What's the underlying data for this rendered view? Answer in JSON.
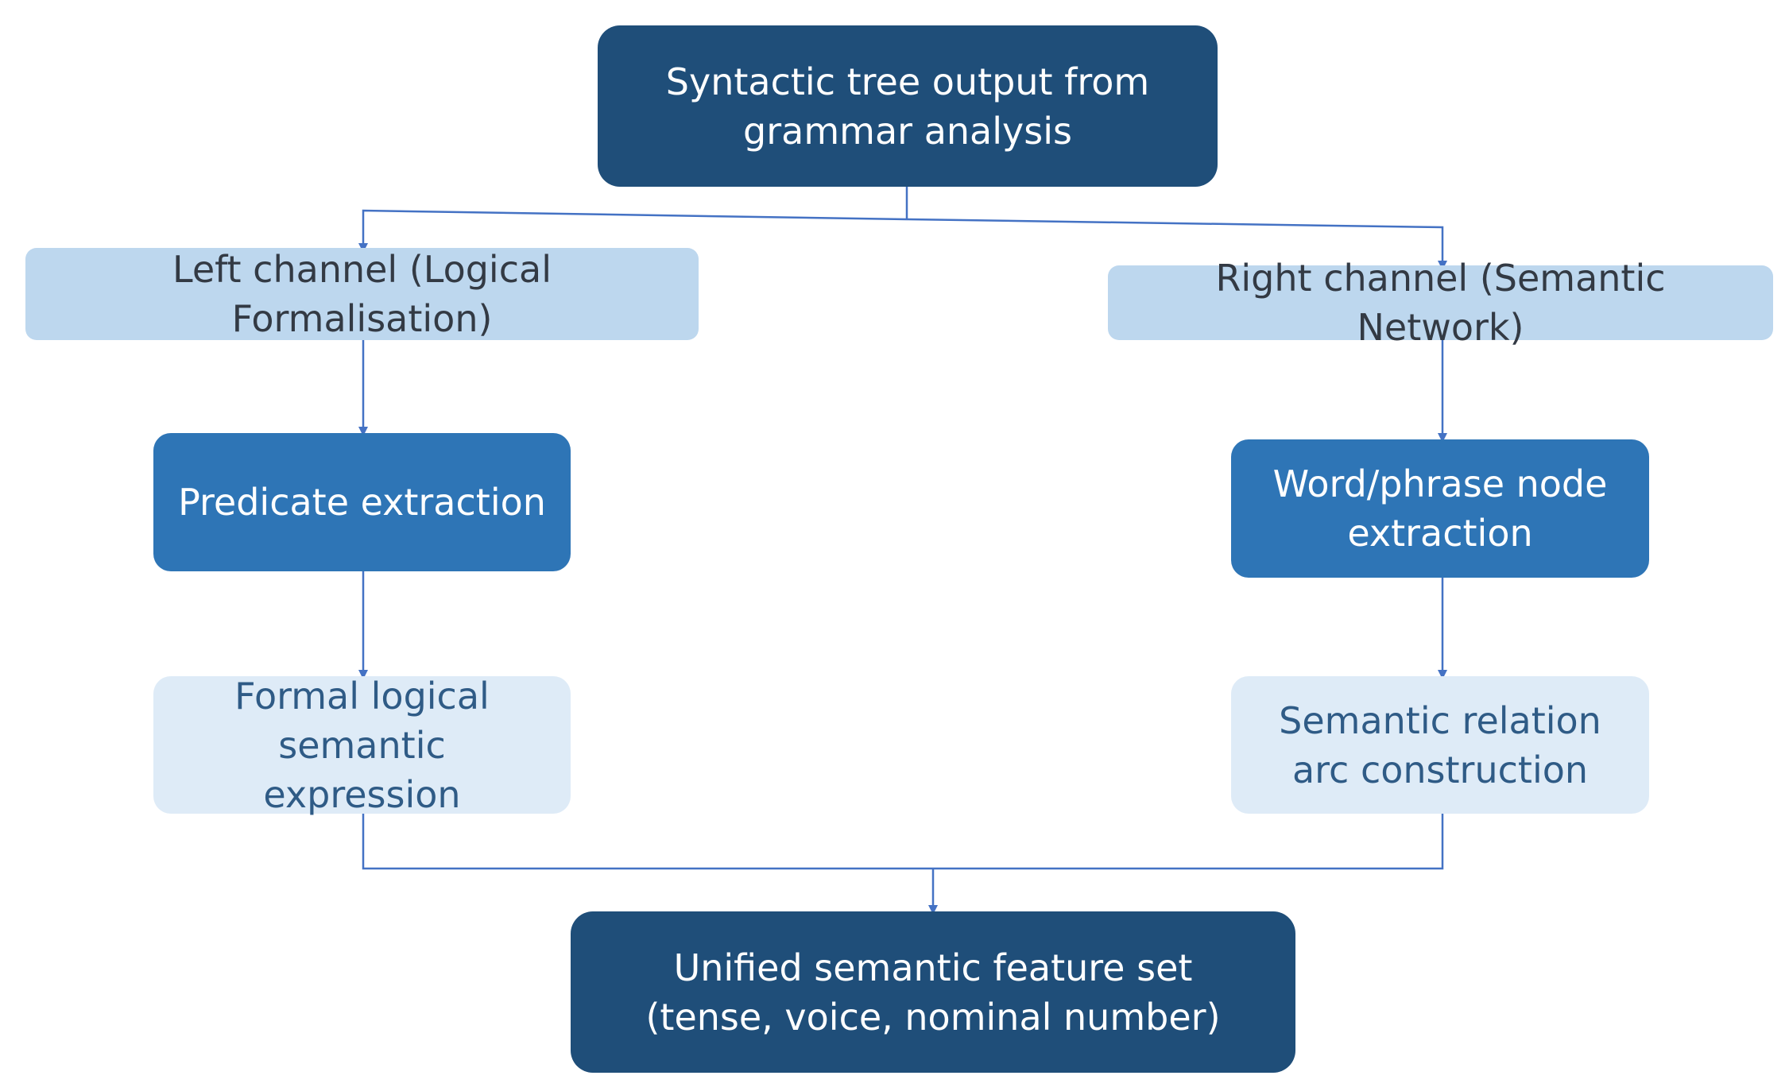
{
  "nodes": {
    "top": "Syntactic tree output from grammar analysis",
    "left_channel": "Left channel (Logical Formalisation)",
    "right_channel": "Right channel (Semantic Network)",
    "predicate": "Predicate extraction",
    "word_phrase": "Word/phrase node extraction",
    "formal_logical": "Formal logical semantic expression",
    "semantic_relation": "Semantic relation arc construction",
    "unified": "Unified semantic feature set (tense, voice, nominal number)"
  },
  "colors": {
    "dark_node": "#1f4e79",
    "mid_node": "#2e75b6",
    "pale_node": "#bdd7ee",
    "lighter_node": "#deebf7",
    "connector": "#4472c4"
  }
}
